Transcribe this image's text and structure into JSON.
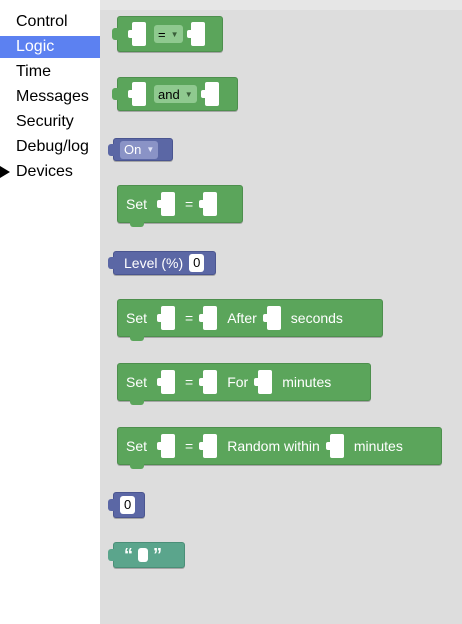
{
  "categories": [
    {
      "label": "Control"
    },
    {
      "label": "Logic"
    },
    {
      "label": "Time"
    },
    {
      "label": "Messages"
    },
    {
      "label": "Security"
    },
    {
      "label": "Debug/log"
    },
    {
      "label": "Devices"
    }
  ],
  "selected_category": "Logic",
  "blocks": {
    "compare_op": "=",
    "logic_op": "and",
    "boolean_value": "On",
    "set_label": "Set",
    "equals": "=",
    "level_label": "Level (%)",
    "level_value": "0",
    "after_label": "After",
    "seconds_label": "seconds",
    "for_label": "For",
    "minutes_label": "minutes",
    "random_label": "Random within",
    "number_value": "0",
    "quote_open": "“",
    "quote_close": "”"
  },
  "colors": {
    "logic_green": "#5ba55b",
    "value_blue": "#5b67a5",
    "text_teal": "#5ba58c",
    "selection_blue": "#5c81f1"
  }
}
